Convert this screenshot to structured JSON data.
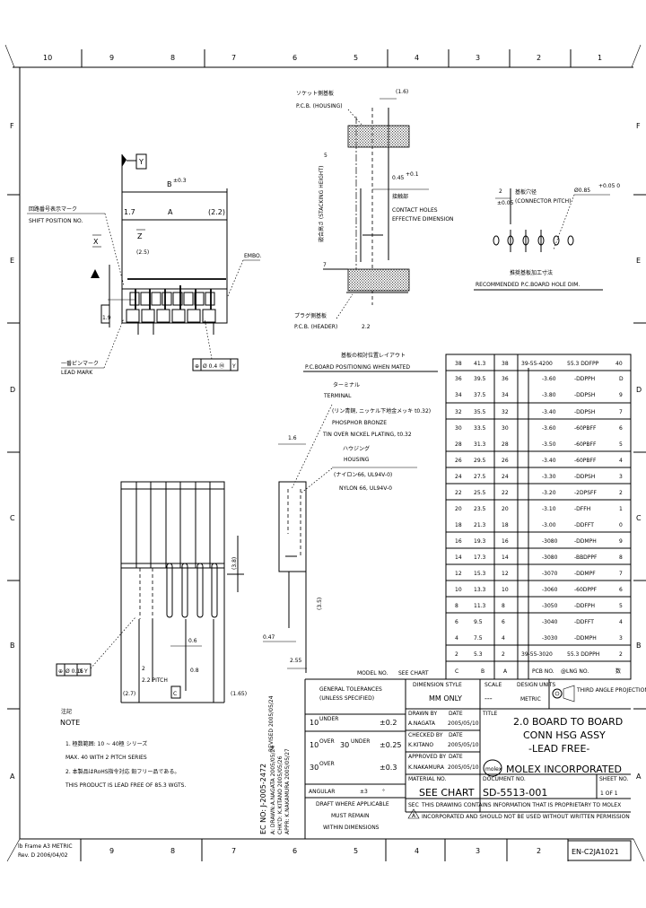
{
  "frame": {
    "columns": [
      "10",
      "9",
      "8",
      "7",
      "6",
      "5",
      "4",
      "3",
      "2",
      "1"
    ],
    "rows": [
      "F",
      "E",
      "D",
      "C",
      "B",
      "A"
    ],
    "bottom_columns": [
      "9",
      "8",
      "7",
      "6",
      "5",
      "4",
      "3",
      "2"
    ],
    "stamp_line1": "lb Frame A3 METRIC",
    "stamp_line2": "Rev. D 2006/04/02",
    "doc_code": "EN-C2JA1021"
  },
  "front_view": {
    "datum_y": "Y",
    "dim_b": "B",
    "dim_b_tol": "±0.3",
    "dim_left": "1.7",
    "dim_a": "A",
    "dim_right": "(2.2)",
    "circuit_label_jp": "回路番号表示マーク",
    "circuit_label_en": "SHIFT POSITION NO.",
    "datum_x": "X",
    "datum_z": "Z",
    "dim_z": "(2.5)",
    "dim_height": "1.9",
    "emboss_label": "EMBO.",
    "pin1_mark_jp": "一番ピンマーク",
    "pin1_mark_en": "LEAD MARK",
    "tolerance_frame": [
      "⊕",
      "Ø 0.4 Ⓜ",
      "Y"
    ]
  },
  "section_view": {
    "pcb_top_jp": "ソケット側基板",
    "pcb_top_en": "P.C.B. (HOUSING)",
    "dim_top": "(1.6)",
    "dim_contact": "0.45",
    "dim_contact_tol": "+0.1",
    "contact_label_jp": "接触部",
    "contact_label_en1": "CONTACT HOLES",
    "contact_label_en2": "EFFECTIVE DIMENSION",
    "mated_height_label": "嵌合高さ (STACKING HEIGHT)",
    "pcb_bottom_jp": "プラグ側基板",
    "pcb_bottom_en": "P.C.B. (HEADER)",
    "dim_bottom": "2.2",
    "ref_f": "5",
    "ref_e": "7"
  },
  "pcb_layout": {
    "pitch": "2",
    "pitch_tol": "±0.05",
    "label_jp": "基板穴径",
    "label_en": "(CONNECTOR PITCH)",
    "hole_dim": "Ø0.85",
    "hole_tol": "+0.05 0",
    "title_jp": "推奨基板加工寸法",
    "title_en": "RECOMMENDED P.C.BOARD HOLE DIM."
  },
  "positioning": {
    "title_jp": "基板の相対位置レイアウト",
    "title_en": "P.C.BOARD POSITIONING WHEN MATED",
    "terminal_jp": "ターミナル",
    "terminal_en": "TERMINAL",
    "material_jp": "(リン青銅, ニッケル下地金メッキ t0.32)",
    "material_en1": "PHOSPHOR BRONZE",
    "material_en2": "TIN OVER NICKEL PLATING, t0.32",
    "housing_jp": "ハウジング",
    "housing_en": "HOUSING",
    "housing_mat_jp": "(ナイロン66, UL94V-0)",
    "housing_mat_en": "NYLON 66, UL94V-0",
    "dim_housing": "1.6"
  },
  "side_view": {
    "dim_pitch": "2",
    "dim_pitch_label": "2.2 PITCH",
    "dim_width": "0.6",
    "dim_tip": "0.8",
    "dim_c": "C",
    "dim_left": "(2.7)",
    "dim_right": "(1.65)",
    "dim_tail": "(3.5)",
    "dim_side1": "0.47",
    "dim_side2": "2.55",
    "dim_vertical": "(3.8)",
    "tol_frame": [
      "⊕",
      "Ø 0.15",
      "X Y"
    ]
  },
  "notes": {
    "title_jp": "注記",
    "title_en": "NOTE",
    "items": [
      "1. 極数範囲: 10 ~ 40極 シリーズ",
      "   MAX. 40 WITH 2 PITCH SERIES",
      "2. 本製品はRoHS指令対応 鉛フリー品である。",
      "   THIS PRODUCT IS LEAD FREE OF 85.3 WGTS."
    ]
  },
  "revision_block": {
    "lines": [
      "REVISED 2005/05/24",
      "EC NO: J-2005-2472",
      "A: DRAWN:A.NAGATA 2005/05/24",
      "CHK'D: K.KITANO 2005/05/26",
      "APPR: K.NAKAMURA 2005/05/27"
    ]
  },
  "chart_table": {
    "columns": [
      "C",
      "B",
      "A",
      "PCB NO.",
      "@LNG NO.",
      "数"
    ],
    "header_row": [
      "38",
      "41.3",
      "38",
      "39-55-4200",
      "55.3 DDFPP",
      "40"
    ],
    "rows": [
      [
        "36",
        "39.5",
        "36",
        "-3.60",
        "-DDPPH",
        "D"
      ],
      [
        "34",
        "37.5",
        "34",
        "-3.80",
        "-DDPSH",
        "9"
      ],
      [
        "32",
        "35.5",
        "32",
        "-3.40",
        "-DDPSH",
        "7"
      ],
      [
        "30",
        "33.5",
        "30",
        "-3.60",
        "-60PBFF",
        "6"
      ],
      [
        "28",
        "31.3",
        "28",
        "-3.50",
        "-60PBFF",
        "5"
      ],
      [
        "26",
        "29.5",
        "26",
        "-3.40",
        "-60PBFF",
        "4"
      ],
      [
        "24",
        "27.5",
        "24",
        "-3.30",
        "-DDPSH",
        "3"
      ],
      [
        "22",
        "25.5",
        "22",
        "-3.20",
        "-2DPSFF",
        "2"
      ],
      [
        "20",
        "23.5",
        "20",
        "-3.10",
        "-DFFH",
        "1"
      ],
      [
        "18",
        "21.3",
        "18",
        "-3.00",
        "-DDFFT",
        "0"
      ],
      [
        "16",
        "19.3",
        "16",
        "-3080",
        "-DDMPH",
        "9"
      ],
      [
        "14",
        "17.3",
        "14",
        "-3080",
        "-BBDPPF",
        "8"
      ],
      [
        "12",
        "15.3",
        "12",
        "-3070",
        "-DDMPF",
        "7"
      ],
      [
        "10",
        "13.3",
        "10",
        "-3060",
        "-60DPPF",
        "6"
      ],
      [
        "8",
        "11.3",
        "8",
        "-3050",
        "-DDFPH",
        "5"
      ],
      [
        "6",
        "9.5",
        "6",
        "-3040",
        "-DDFFT",
        "4"
      ],
      [
        "4",
        "7.5",
        "4",
        "-3030",
        "-DDMPH",
        "3"
      ],
      [
        "2",
        "5.3",
        "2",
        "39-55-3020",
        "55.3 DDPPH",
        "2"
      ]
    ],
    "footer_row": [
      "C",
      "B",
      "A",
      "PCB NO.",
      "@LNG NO.",
      "数"
    ]
  },
  "title_block": {
    "mod_row": [
      "MODEL NO.",
      "SEE CHART",
      "C",
      "B",
      "A",
      "PCB NO.",
      "@LNG NO.",
      "数"
    ],
    "general_tol_1": "GENERAL TOLERANCES",
    "general_tol_2": "(UNLESS SPECIFIED)",
    "tol_rows": [
      {
        "label": "10",
        "sup": "UNDER",
        "value": "±0.2"
      },
      {
        "label": "10",
        "sup": "OVER",
        "label2": "30",
        "sup2": "UNDER",
        "value": "±0.25"
      },
      {
        "label": "30",
        "sup": "OVER",
        "value": "±0.3"
      }
    ],
    "angular_label": "ANGULAR",
    "angular_value": "±3",
    "angular_unit": "°",
    "draft_1": "DRAFT WHERE APPLICABLE",
    "draft_2": "MUST REMAIN",
    "draft_3": "WITHIN DIMENSIONS",
    "dimension_style_label": "DIMENSION STYLE",
    "dimension_style": "MM ONLY",
    "scale_label": "SCALE",
    "scale_value": "---",
    "design_units_label": "DESIGN UNITS",
    "design_units": "METRIC",
    "projection": "THIRD ANGLE PROJECTION",
    "drawn_by_label": "DRAWN BY",
    "drawn_by": "A.NAGATA",
    "drawn_date_label": "DATE",
    "drawn_date": "2005/05/10",
    "checked_by_label": "CHECKED BY",
    "checked_by": "K.KITANO",
    "checked_date_label": "DATE",
    "checked_date": "2005/05/10",
    "approved_by_label": "APPROVED BY",
    "approved_by": "K.NAKAMURA",
    "approved_date_label": "DATE",
    "approved_date": "2005/05/10",
    "material_no_label": "MATERIAL NO.",
    "material_no": "SEE CHART",
    "title_label": "TITLE",
    "title_1": "2.0 BOARD TO BOARD",
    "title_2": "CONN HSG ASSY",
    "title_3": "-LEAD FREE-",
    "company_logo": "molex",
    "company": "MOLEX INCORPORATED",
    "document_no_label": "DOCUMENT NO.",
    "document_no": "SD-5513-001",
    "sheet_no_label": "SHEET NO.",
    "sheet_no": "1 OF 1",
    "proprietary_1": "THIS DRAWING CONTAINS INFORMATION THAT IS PROPRIETARY TO MOLEX",
    "proprietary_2": "INCORPORATED AND SHOULD NOT BE USED WITHOUT WRITTEN PERMISSION",
    "sec_label": "SEC",
    "sec_value": "A"
  }
}
